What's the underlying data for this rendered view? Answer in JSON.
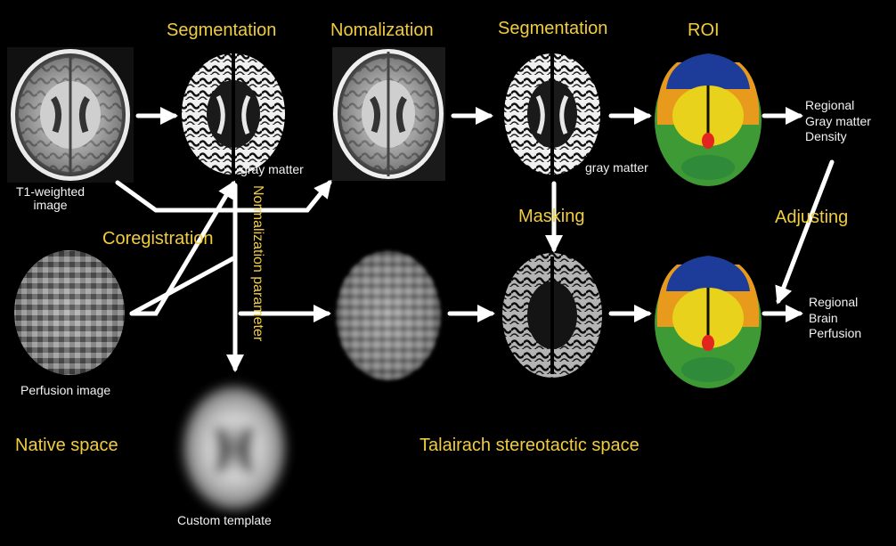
{
  "labels": {
    "segmentation_1": "Segmentation",
    "nomalization": "Nomalization",
    "segmentation_2": "Segmentation",
    "roi": "ROI",
    "t1_line1": "T1-weighted",
    "t1_line2": "image",
    "gray_matter_1": "gray matter",
    "gray_matter_2": "gray matter",
    "masking": "Masking",
    "adjusting": "Adjusting",
    "coregistration": "Coregistration",
    "normalization_parameter": "Normalization  parameter",
    "perfusion_image": "Perfusion image",
    "custom_template": "Custom template",
    "native_space": "Native space",
    "talairach_space": "Talairach stereotactic space",
    "regional_gray_matter_density": "Regional\nGray matter\nDensity",
    "regional_brain_perfusion": "Regional\nBrain\nPerfusion"
  },
  "colors": {
    "label_yellow": "#f1cc3f",
    "text_white": "#f2f2f2",
    "arrow_white": "#ffffff",
    "roi_blue": "#1d3c9a",
    "roi_yellow": "#e9d21c",
    "roi_orange": "#e79a1c",
    "roi_green": "#3e9a34",
    "roi_red": "#e3251f"
  },
  "icons": [
    "brain-t1-image",
    "brain-segmentation-image",
    "brain-perfusion-image",
    "brain-template-image",
    "brain-roi-atlas"
  ]
}
